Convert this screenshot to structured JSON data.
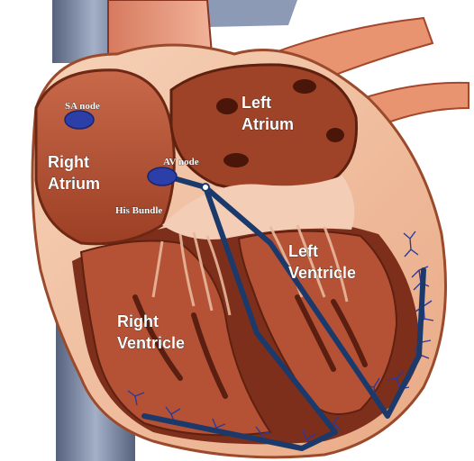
{
  "labels": {
    "sa_node": "SA node",
    "av_node": "AV node",
    "his_bundle": "His Bundle",
    "right_atrium_1": "Right",
    "right_atrium_2": "Atrium",
    "left_atrium_1": "Left",
    "left_atrium_2": "Atrium",
    "left_ventricle_1": "Left",
    "left_ventricle_2": "Ventricle",
    "right_ventricle_1": "Right",
    "right_ventricle_2": "Ventricle"
  },
  "colors": {
    "conduction": "#1b3a6b",
    "node": "#2c3ea8",
    "muscle": "#8e3a22",
    "muscle_dark": "#5a1f10",
    "chamber": "#b9573a",
    "outer": "#f0c3a4",
    "vessel_blue": "#7b8aa8",
    "purkinje": "#2a3a9a"
  },
  "icons": {
    "sa_node": "oval-node",
    "av_node": "oval-node"
  }
}
